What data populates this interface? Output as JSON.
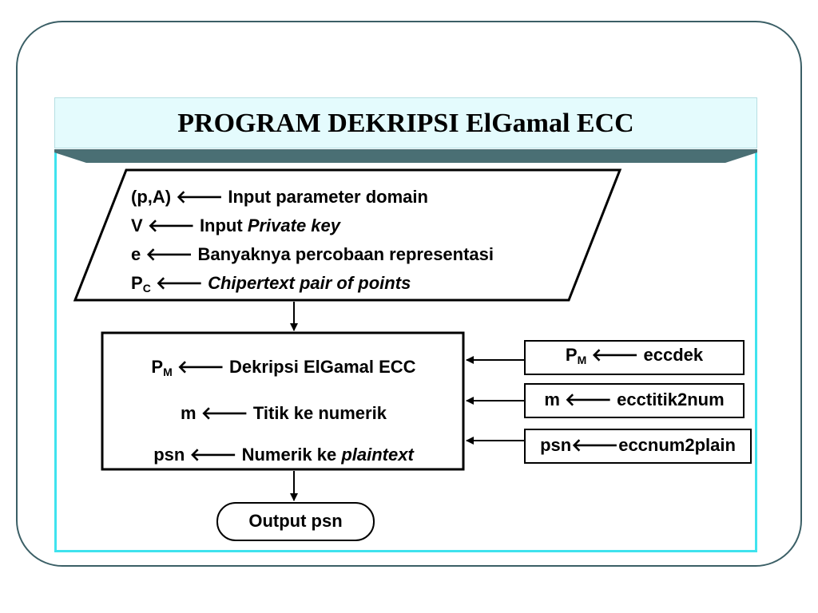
{
  "title": "PROGRAM DEKRIPSI ElGamal ECC",
  "arrow_glyph": "🡐",
  "input_block": {
    "l1": {
      "lhs": "(p,A)",
      "text": "Input parameter domain"
    },
    "l2": {
      "lhs": "V",
      "text": "Input ",
      "italic": "Private  key"
    },
    "l3": {
      "lhs": "e",
      "text": "Banyaknya percobaan representasi"
    },
    "l4": {
      "lhs": "P",
      "sub": "C",
      "italic": "Chipertext pair of points"
    }
  },
  "process_block": {
    "l1": {
      "lhs": "P",
      "sub": "M",
      "text": "Dekripsi ElGamal ECC"
    },
    "l2": {
      "lhs": "m",
      "text": "Titik ke numerik"
    },
    "l3": {
      "lhs": "psn",
      "text": "Numerik ke ",
      "italic": "plaintext"
    }
  },
  "functions": {
    "f1": {
      "lhs": "P",
      "sub": "M",
      "text": "eccdek"
    },
    "f2": {
      "lhs": "m",
      "text": "ecctitik2num"
    },
    "f3": {
      "lhs": "psn",
      "text": "eccnum2plain"
    }
  },
  "output_label": "Output  psn",
  "colors": {
    "frame_border": "#3b5f66",
    "title_background": "#e4fbfd",
    "content_border": "#3fe3ee",
    "divider_band": "#4a6f74"
  }
}
